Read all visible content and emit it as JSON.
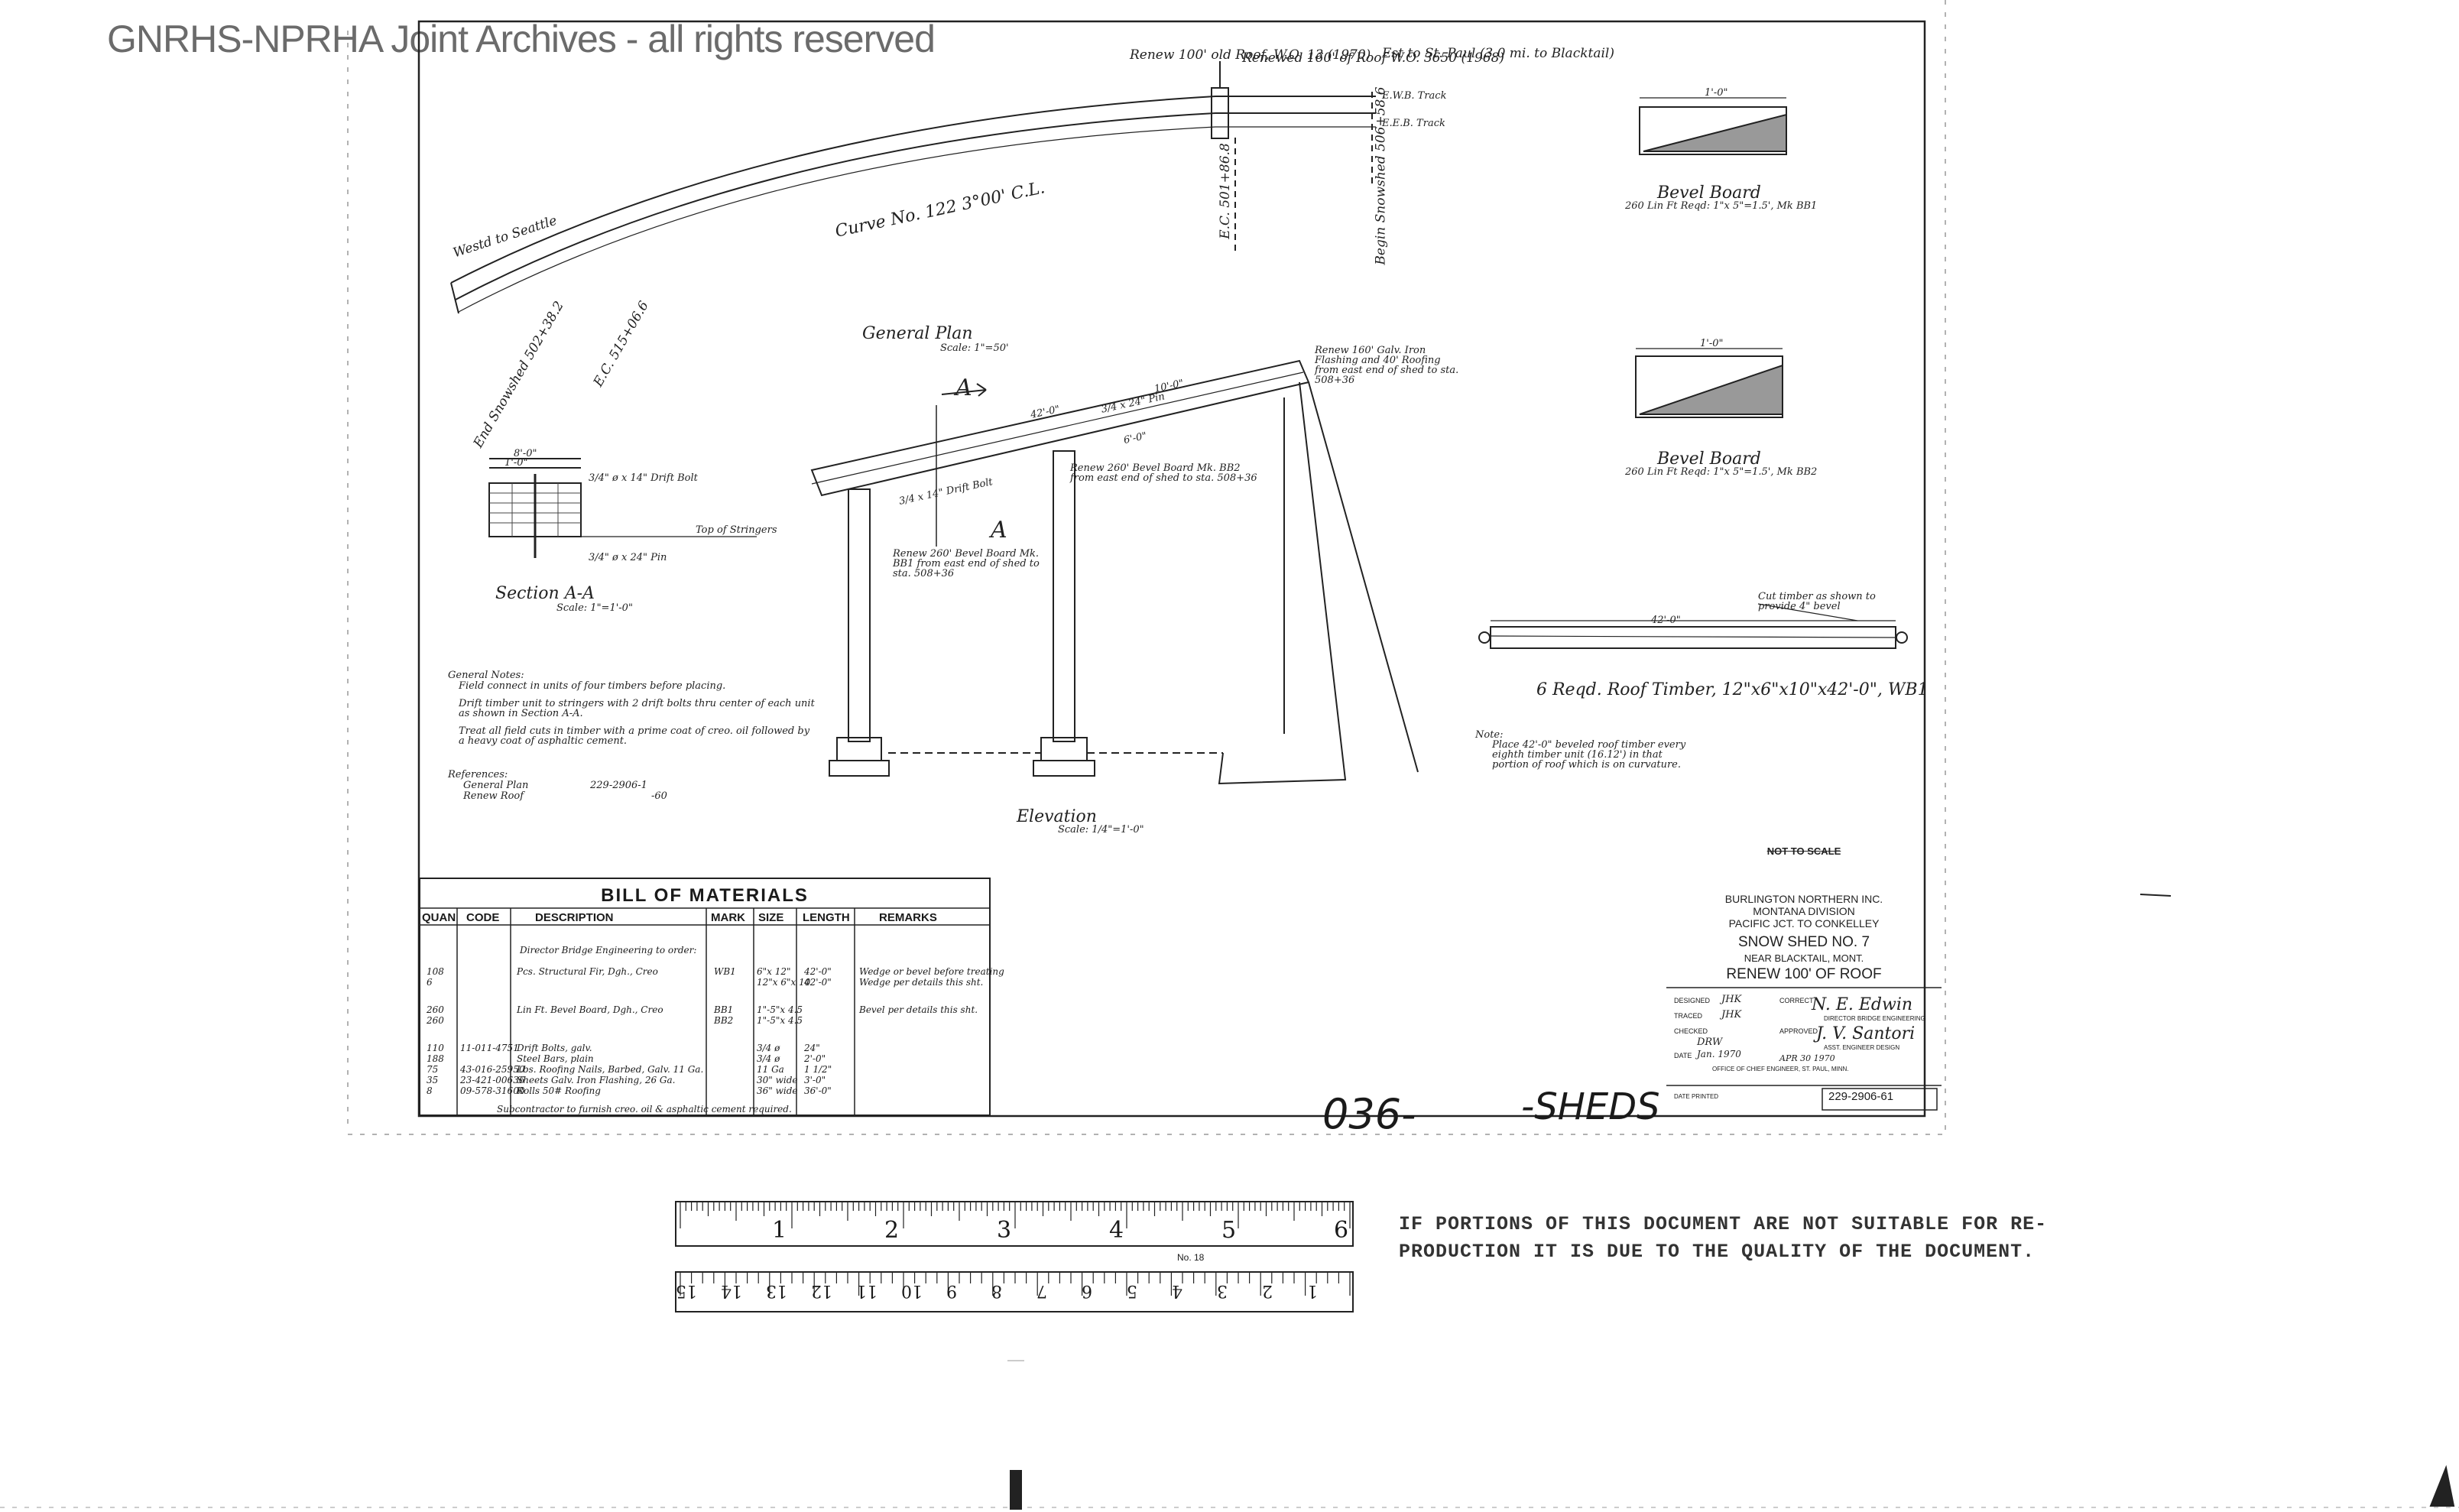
{
  "watermark": "GNRHS-NPRHA Joint Archives - all rights reserved",
  "plan": {
    "title": "General Plan",
    "scale": "Scale: 1\"=50'",
    "to_seattle": "Westd to Seattle",
    "to_st_paul": "Est to St. Paul (3.0 mi. to Blacktail)",
    "curve": "Curve No. 122  3°00' C.L.",
    "wb_track": "E.W.B. Track",
    "eb_track": "E.E.B. Track",
    "renew_100": "Renew 100' old Roof, W.O. 13 (1970)",
    "renewed_160": "Renewed 160' of Roof W.O. 3650 (1968)",
    "ec_label": "E.C. 501+86.8",
    "begin_snowshed": "Begin Snowshed 506+58.6",
    "ec_left": "E.C. 515+06.6",
    "sta_left": "End Snowshed 502+38.2"
  },
  "section_aa": {
    "title": "Section A-A",
    "scale": "Scale: 1\"=1'-0\"",
    "drift_bolt": "3/4\" ø x 14\" Drift Bolt",
    "pin": "3/4\" ø x 24\" Pin",
    "top_stringers": "Top of Stringers",
    "dim_top": "8'-0\"",
    "dim_mid": "1'-0\""
  },
  "elevation": {
    "title": "Elevation",
    "scale": "Scale: 1/4\"=1'-0\"",
    "flashing": "Renew 160' Galv. Iron Flashing and 40' Roofing from east end of shed to sta. 508+36",
    "bevel_bbb": "Renew 260' Bevel Board Mk. BB2 from east end of shed to sta. 508+36",
    "bevel_bb1": "Renew 260' Bevel Board Mk. BB1 from east end of shed to sta. 508+36",
    "drift_bolt": "3/4 x 14\" Drift Bolt",
    "pin": "3/4 x 24\" Pin",
    "dim_a": "42'-0\"",
    "dim_b": "10'-0\"",
    "dim_c": "6'-0\"",
    "section_mark": "A"
  },
  "notes": {
    "heading": "General Notes:",
    "n1": "Field connect in units of four timbers before placing.",
    "n2": "Drift timber unit to stringers with 2 drift bolts thru center of each unit as shown in Section A-A.",
    "n3": "Treat all field cuts in timber with a prime coat of creo. oil followed by a heavy coat of asphaltic cement.",
    "ref_heading": "References:",
    "ref1": "General Plan",
    "ref1_no": "229-2906-1",
    "ref2": "Renew Roof",
    "ref2_no": "-60"
  },
  "bevel1": {
    "title": "Bevel Board",
    "desc": "260 Lin Ft Reqd: 1\"x 5\"=1.5', Mk BB1",
    "dim": "1'-0\""
  },
  "bevel2": {
    "title": "Bevel Board",
    "desc": "260 Lin Ft Reqd: 1\"x 5\"=1.5', Mk BB2",
    "dim": "1'-0\""
  },
  "roof_timber": {
    "title": "6 Reqd. Roof Timber, 12\"x6\"x10\"x42'-0\", WB1",
    "cut_note": "Cut timber as shown to provide 4\" bevel",
    "dim": "42'-0\"",
    "note_heading": "Note:",
    "note": "Place 42'-0\" beveled roof timber every eighth timber unit (16.12') in that portion of roof which is on curvature."
  },
  "bom": {
    "title": "BILL OF MATERIALS",
    "headers": [
      "QUAN",
      "CODE",
      "DESCRIPTION",
      "MARK",
      "SIZE",
      "LENGTH",
      "REMARKS"
    ],
    "director": "Director Bridge Engineering to order:",
    "rows": [
      {
        "quan": "108",
        "code": "",
        "desc": "Pcs. Structural Fir, Dgh., Creo",
        "mark": "WB1",
        "size": "6\"x 12\"",
        "length": "42'-0\"",
        "remarks": "Wedge or bevel before treating"
      },
      {
        "quan": "6",
        "code": "",
        "desc": "",
        "mark": "",
        "size": "12\"x 6\"x 10",
        "length": "42'-0\"",
        "remarks": "Wedge per details this sht."
      },
      {
        "quan": "260",
        "code": "",
        "desc": "Lin Ft. Bevel Board, Dgh., Creo",
        "mark": "BB1",
        "size": "1\"-5\"x 4.5",
        "length": "",
        "remarks": "Bevel per details this sht."
      },
      {
        "quan": "260",
        "code": "",
        "desc": "",
        "mark": "BB2",
        "size": "1\"-5\"x 4.5",
        "length": "",
        "remarks": ""
      },
      {
        "quan": "110",
        "code": "11-011-4751",
        "desc": "Drift Bolts, galv.",
        "mark": "",
        "size": "3/4 ø",
        "length": "24\"",
        "remarks": ""
      },
      {
        "quan": "188",
        "code": "",
        "desc": "Steel Bars, plain",
        "mark": "",
        "size": "3/4 ø",
        "length": "2'-0\"",
        "remarks": ""
      },
      {
        "quan": "75",
        "code": "43-016-25950",
        "desc": "Lbs. Roofing Nails, Barbed, Galv. 11 Ga.",
        "mark": "",
        "size": "11 Ga",
        "length": "1 1/2\"",
        "remarks": ""
      },
      {
        "quan": "35",
        "code": "23-421-00636",
        "desc": "Sheets Galv. Iron Flashing, 26 Ga.",
        "mark": "",
        "size": "30\" wide",
        "length": "3'-0\"",
        "remarks": ""
      },
      {
        "quan": "8",
        "code": "09-578-31600",
        "desc": "Rolls 50# Roofing",
        "mark": "",
        "size": "36\" wide",
        "length": "36'-0\"",
        "remarks": ""
      }
    ],
    "footer": "Subcontractor to furnish creo. oil & asphaltic cement required."
  },
  "titleblock": {
    "not_to_scale": "NOT TO SCALE",
    "company": "BURLINGTON NORTHERN INC.",
    "division": "MONTANA DIVISION",
    "segment": "PACIFIC JCT. TO CONKELLEY",
    "shed": "SNOW SHED NO. 7",
    "near": "NEAR BLACKTAIL, MONT.",
    "work": "RENEW 100' OF ROOF",
    "designed_label": "DESIGNED",
    "designed": "JHK",
    "traced_label": "TRACED",
    "traced": "JHK",
    "checked_label": "CHECKED",
    "checked": "DRW",
    "date_label": "DATE",
    "date": "Jan. 1970",
    "corrected_label": "CORRECT",
    "corrected_sig": "N. E. Edwin",
    "corrected_title": "DIRECTOR BRIDGE ENGINEERING",
    "approved_label": "APPROVED",
    "approved_sig": "J. V. Santori",
    "approved_title": "ASST. ENGINEER DESIGN",
    "app_date": "APR 30 1970",
    "office": "OFFICE OF CHIEF ENGINEER, ST. PAUL, MINN.",
    "date_printed_label": "DATE PRINTED",
    "drawing_no": "229-2906-61"
  },
  "file_label_left": "036-",
  "file_label_right": "-SHEDS",
  "ruler": {
    "top_numbers": [
      "1",
      "2",
      "3",
      "4",
      "5",
      "6"
    ],
    "bottom_numbers": [
      "15",
      "14",
      "13",
      "12",
      "11",
      "10",
      "9",
      "8",
      "7",
      "6",
      "5",
      "4",
      "3",
      "2",
      "1"
    ],
    "model": "No. 18"
  },
  "notice": {
    "line1": "IF PORTIONS OF THIS DOCUMENT ARE NOT SUITABLE FOR RE-",
    "line2": "PRODUCTION IT IS DUE TO THE QUALITY OF THE DOCUMENT."
  }
}
